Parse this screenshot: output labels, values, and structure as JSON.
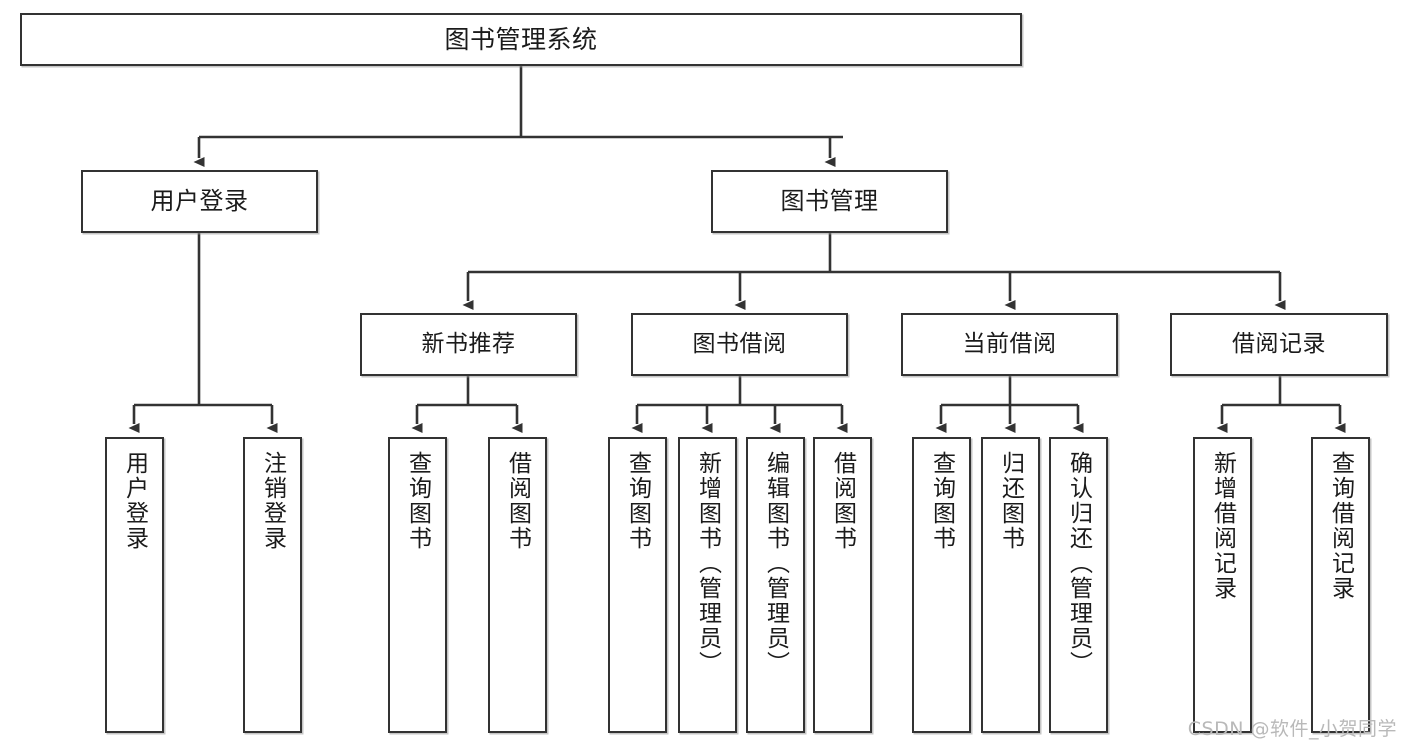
{
  "diagram": {
    "title": "图书管理系统",
    "type": "tree",
    "watermark": "CSDN @软件_小贺同学",
    "colors": {
      "node_border": "#333333",
      "node_fill": "#ffffff",
      "edge": "#333333",
      "text": "#1b1b1b",
      "watermark": "#b9b9b9",
      "background": "#ffffff"
    },
    "nodes": {
      "root": {
        "label": "图书管理系统"
      },
      "level1": [
        {
          "id": "user-login",
          "label": "用户登录"
        },
        {
          "id": "book-manage",
          "label": "图书管理"
        }
      ],
      "level2": [
        {
          "id": "new-book-rec",
          "label": "新书推荐"
        },
        {
          "id": "book-borrow",
          "label": "图书借阅"
        },
        {
          "id": "current-borrow",
          "label": "当前借阅"
        },
        {
          "id": "borrow-record",
          "label": "借阅记录"
        }
      ],
      "leaves": {
        "user-login": [
          {
            "id": "leaf-user-login",
            "label": "用户登录"
          },
          {
            "id": "leaf-user-logout",
            "label": "注销登录"
          }
        ],
        "new-book-rec": [
          {
            "id": "leaf-query-book-1",
            "label": "查询图书"
          },
          {
            "id": "leaf-borrow-book-1",
            "label": "借阅图书"
          }
        ],
        "book-borrow": [
          {
            "id": "leaf-query-book-2",
            "label": "查询图书"
          },
          {
            "id": "leaf-add-book",
            "label": "新增图书（管理员）"
          },
          {
            "id": "leaf-edit-book",
            "label": "编辑图书（管理员）"
          },
          {
            "id": "leaf-borrow-book-2",
            "label": "借阅图书"
          }
        ],
        "current-borrow": [
          {
            "id": "leaf-query-book-3",
            "label": "查询图书"
          },
          {
            "id": "leaf-return-book",
            "label": "归还图书"
          },
          {
            "id": "leaf-confirm-return",
            "label": "确认归还（管理员）"
          }
        ],
        "borrow-record": [
          {
            "id": "leaf-add-record",
            "label": "新增借阅记录"
          },
          {
            "id": "leaf-query-record",
            "label": "查询借阅记录"
          }
        ]
      }
    }
  }
}
